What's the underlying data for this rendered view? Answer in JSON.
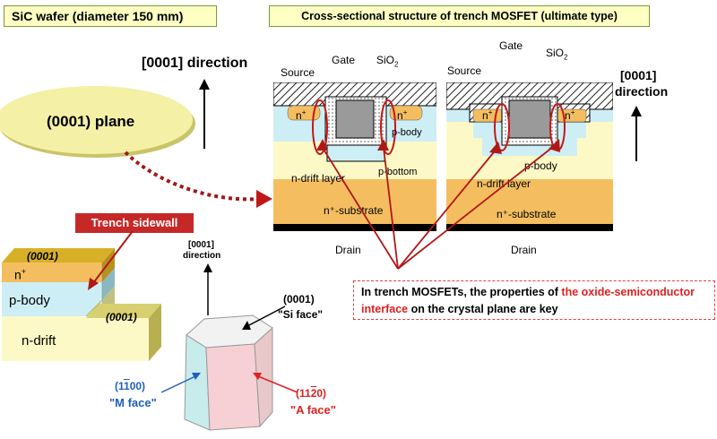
{
  "wafer": {
    "title": "SiC wafer (diameter 150 mm)",
    "plane_label": "(0001) plane",
    "direction_label": "[0001] direction"
  },
  "mosfet": {
    "title": "Cross-sectional structure of trench MOSFET (ultimate type)",
    "left": {
      "source": "Source",
      "gate": "Gate",
      "sio2": "SiO",
      "n_plus_left": "n",
      "n_plus_right": "n",
      "p_body": "p-body",
      "p_bottom": "p-bottom",
      "n_drift": "n-drift layer",
      "n_substrate": "n⁺-substrate",
      "drain": "Drain"
    },
    "right": {
      "source": "Source",
      "gate": "Gate",
      "sio2": "SiO",
      "n_plus_left": "n",
      "n_plus_right": "n",
      "p_body": "p-body",
      "n_drift": "n-drift layer",
      "n_substrate": "n⁺-substrate",
      "drain": "Drain"
    },
    "direction_line1": "[0001]",
    "direction_line2": "direction"
  },
  "key_note": {
    "part1": "In trench MOSFETs, the properties of ",
    "highlight": "the oxide-semiconductor interface",
    "part2": " on the crystal plane are key",
    "highlight_color": "#e02020"
  },
  "trench": {
    "sidewall_label": "Trench sidewall",
    "top_face": "(0001)",
    "n_plus": "n",
    "p_body": "p-body",
    "bottom_face": "(0001)",
    "n_drift": "n-drift"
  },
  "crystal": {
    "direction_line1": "[0001]",
    "direction_line2": "direction",
    "si_face_plane": "(0001)",
    "si_face_name": "\"Si face\"",
    "m_face_plane": "(1100)",
    "m_face_name": "\"M face\"",
    "m_face_color": "#1f5fbf",
    "a_face_plane": "(1120)",
    "a_face_name": "\"A face\"",
    "a_face_color": "#e02020"
  }
}
